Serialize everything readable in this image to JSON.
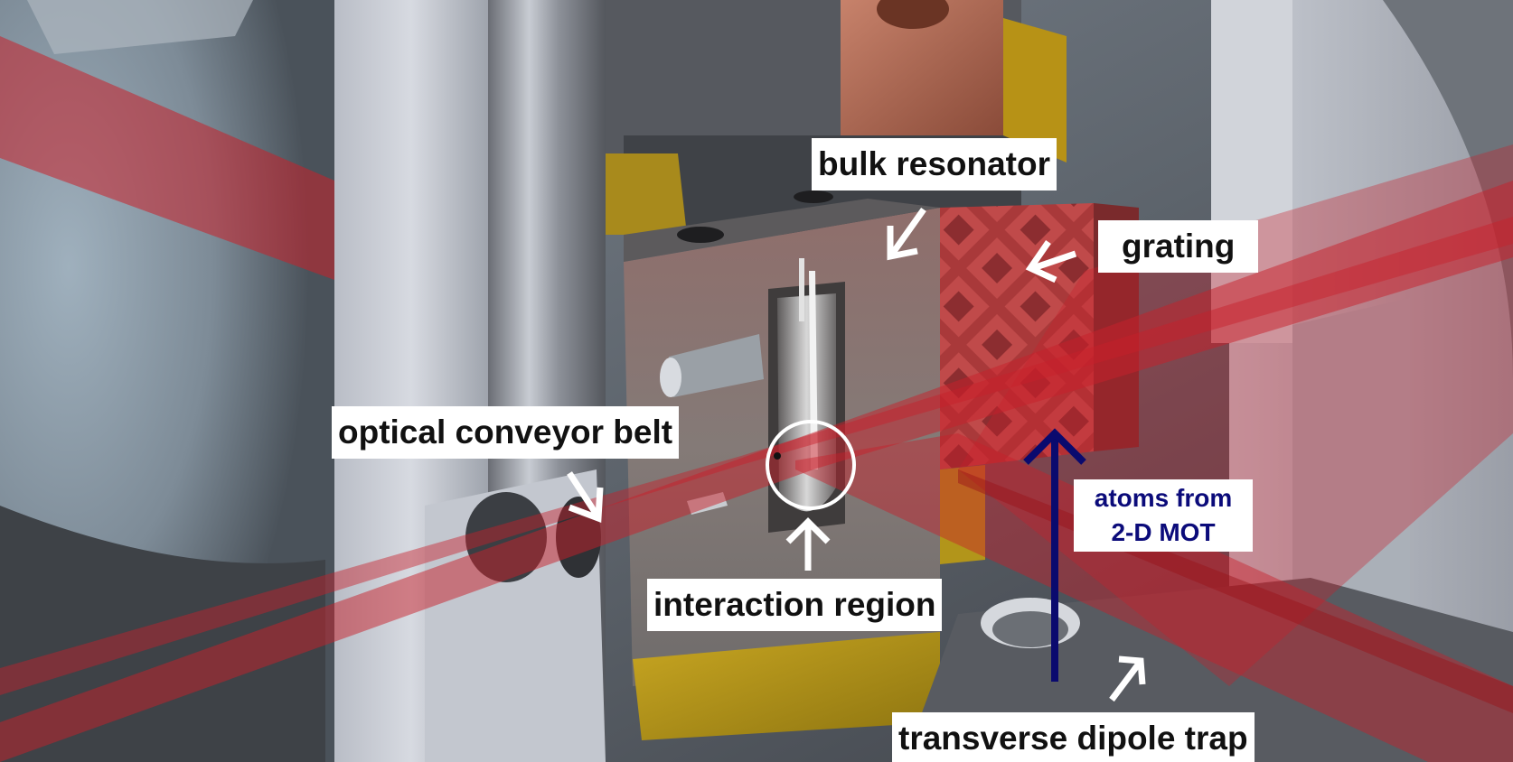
{
  "labels": {
    "bulk_resonator": "bulk resonator",
    "grating": "grating",
    "optical_conveyor_belt": "optical conveyor belt",
    "interaction_region": "interaction region",
    "atoms_from_line1": "atoms from",
    "atoms_from_line2": "2-D MOT",
    "transverse_dipole_trap": "transverse dipole trap"
  },
  "colors": {
    "beam": "#c8202a",
    "label_text": "#111111",
    "atoms_text": "#0b0b7a",
    "atoms_arrow": "#0a0a6e",
    "pointer_arrows": "#ffffff",
    "label_background": "#ffffff"
  }
}
